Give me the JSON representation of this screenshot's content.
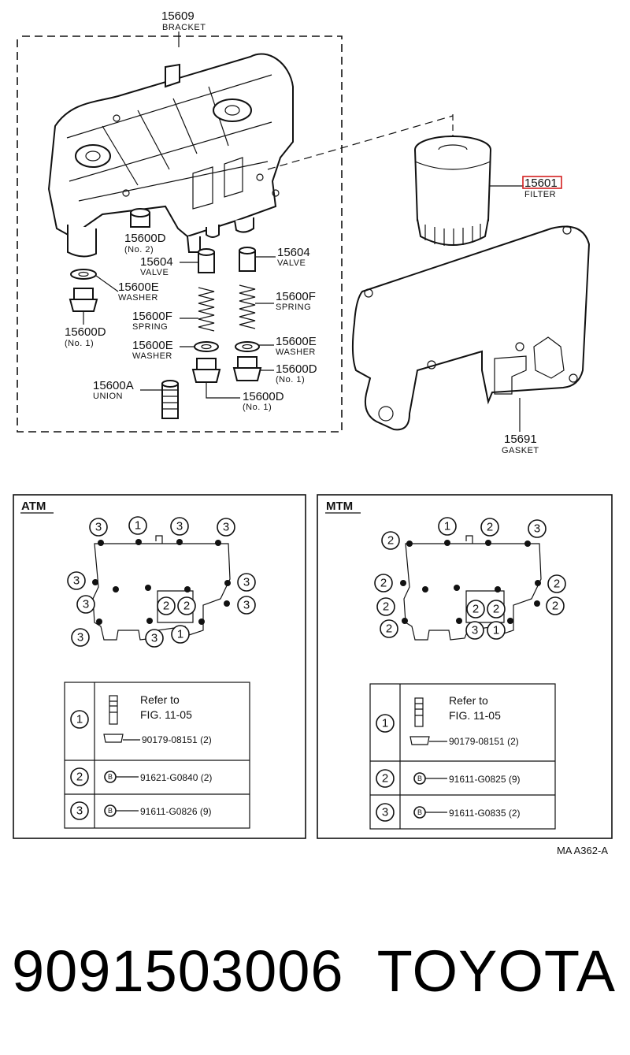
{
  "labels": {
    "bracket_num": "15609",
    "bracket_name": "BRACKET",
    "filter_num": "15601",
    "filter_name": "FILTER",
    "gasket_num": "15691",
    "gasket_name": "GASKET",
    "plug2_num": "15600D",
    "plug2_sub": "(No. 2)",
    "valve_l_num": "15604",
    "valve_l_name": "VALVE",
    "valve_r_num": "15604",
    "valve_r_name": "VALVE",
    "washer_l_num": "15600E",
    "washer_l_name": "WASHER",
    "spring_r_num": "15600F",
    "spring_r_name": "SPRING",
    "plug1_l_num": "15600D",
    "plug1_l_sub": "(No. 1)",
    "spring_l_num": "15600F",
    "spring_l_name": "SPRING",
    "washer_c_num": "15600E",
    "washer_c_name": "WASHER",
    "washer_r_num": "15600E",
    "washer_r_name": "WASHER",
    "plug1_r_num": "15600D",
    "plug1_r_sub": "(No. 1)",
    "union_num": "15600A",
    "union_name": "UNION",
    "plug1_b_num": "15600D",
    "plug1_b_sub": "(No. 1)"
  },
  "panels": {
    "atm": {
      "title": "ATM",
      "circles": [
        "3",
        "1",
        "3",
        "3",
        "3",
        "3",
        "3",
        "2",
        "2",
        "3",
        "3",
        "3",
        "1"
      ],
      "rows": [
        {
          "key": "1",
          "line1": "Refer to",
          "line2": "FIG. 11-05",
          "part": "90179-08151 (2)"
        },
        {
          "key": "2",
          "part": "91621-G0840 (2)"
        },
        {
          "key": "3",
          "part": "91611-G0826 (9)"
        }
      ]
    },
    "mtm": {
      "title": "MTM",
      "circles": [
        "1",
        "2",
        "3",
        "2",
        "2",
        "2",
        "2",
        "2",
        "3",
        "2",
        "2",
        "2",
        "1"
      ],
      "rows": [
        {
          "key": "1",
          "line1": "Refer to",
          "line2": "FIG. 11-05",
          "part": "90179-08151 (2)"
        },
        {
          "key": "2",
          "part": "91611-G0825 (9)"
        },
        {
          "key": "3",
          "part": "91611-G0835 (2)"
        }
      ]
    }
  },
  "bolt_symbol": "B",
  "reference": "MA  A362-A",
  "footer": {
    "part_number": "9091503006",
    "brand": "TOYOTA"
  },
  "colors": {
    "highlight": "#d42020",
    "ink": "#111111"
  }
}
